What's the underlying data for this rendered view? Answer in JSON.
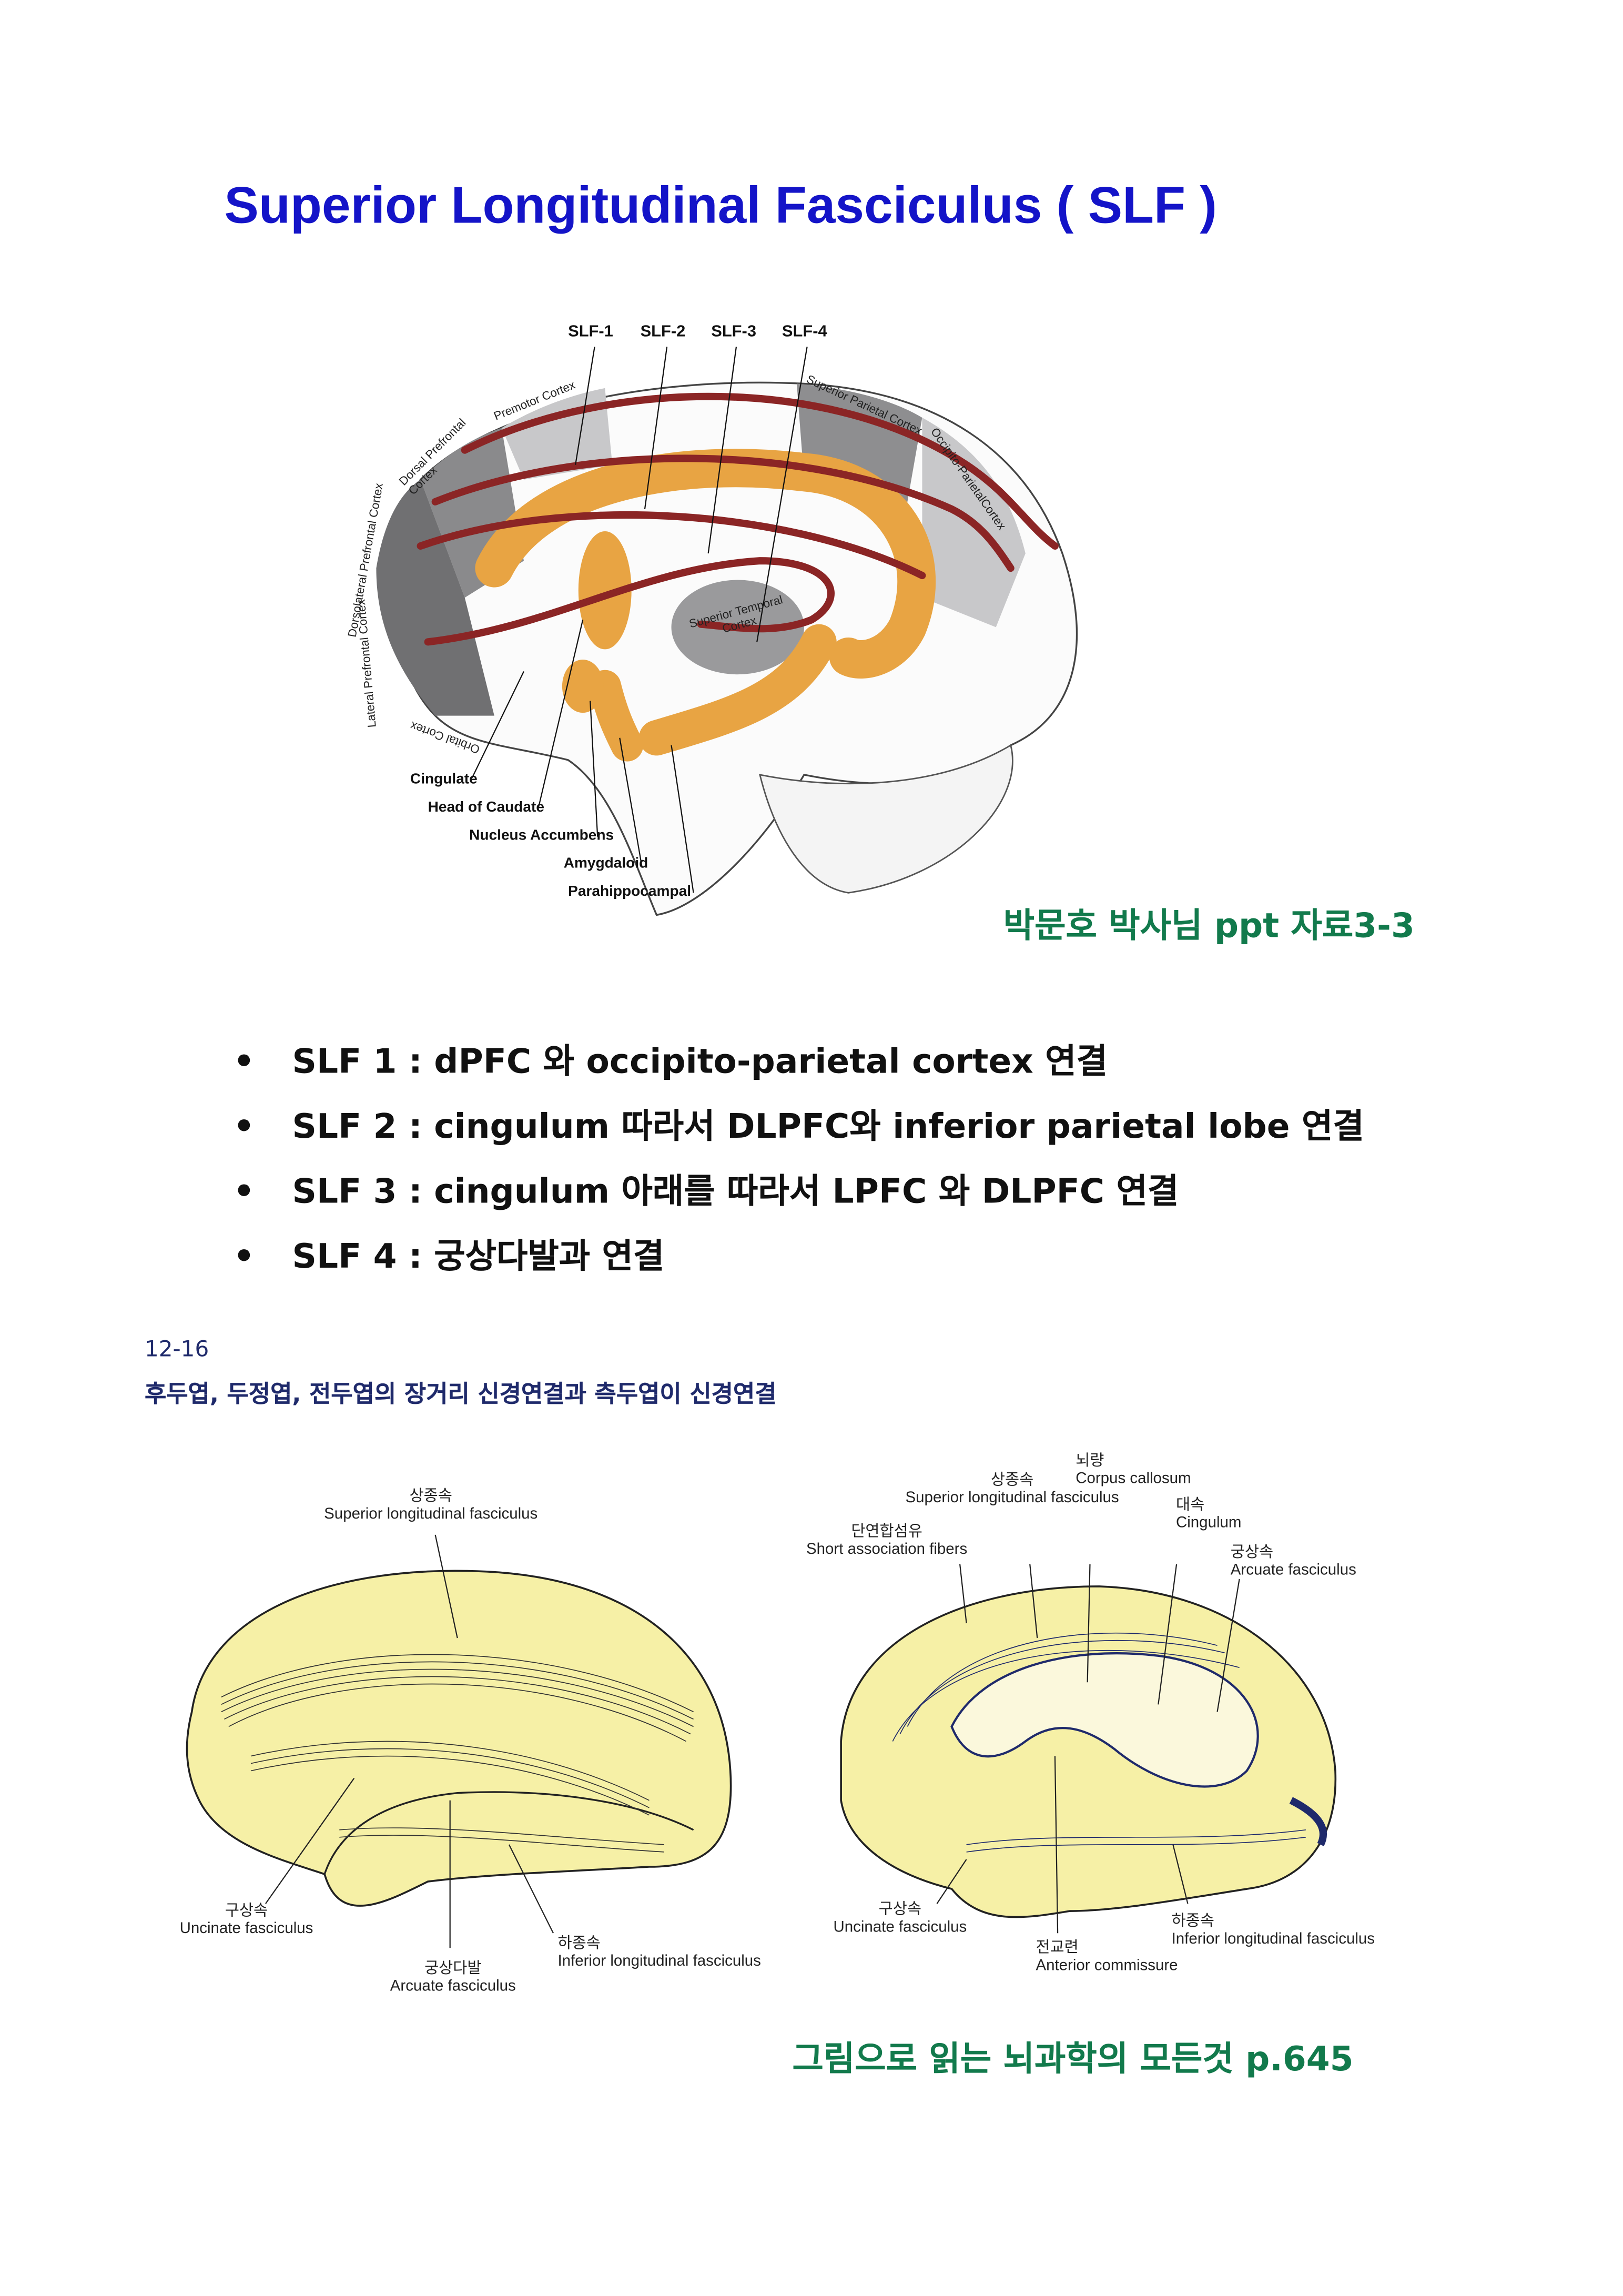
{
  "title": "Superior Longitudinal Fasciculus ( SLF )",
  "top_figure": {
    "slf_labels": [
      "SLF-1",
      "SLF-2",
      "SLF-3",
      "SLF-4"
    ],
    "region_labels": [
      "Premotor Cortex",
      "Dorsal Prefrontal Cortex",
      "Dorsolateral Prefrontal Cortex",
      "Lateral Prefrontal Cortex",
      "Orbital Cortex",
      "Superior Parietal Cortex",
      "Occipito-ParietalCortex",
      "Superior Temporal Cortex"
    ],
    "bottom_labels": [
      "Cingulate",
      "Head of Caudate",
      "Nucleus Accumbens",
      "Amygdaloid",
      "Parahippocampal"
    ],
    "source": "박문호 박사님 ppt 자료3-3"
  },
  "bullets": [
    {
      "marker": "•",
      "text": "SLF 1 : dPFC 와 occipito-parietal cortex 연결"
    },
    {
      "marker": "•",
      "text": "SLF 2 : cingulum 따라서 DLPFC와 inferior parietal lobe 연결"
    },
    {
      "marker": "•",
      "text": "SLF 3 : cingulum 아래를 따라서  LPFC 와 DLPFC 연결"
    },
    {
      "marker": "•",
      "text": "SLF 4 : 궁상다발과 연결"
    }
  ],
  "bottom_figure": {
    "number": "12-16",
    "caption": "후두엽, 두정엽, 전두엽의 장거리 신경연결과 측두엽이 신경연결",
    "left_labels": {
      "slf_ko": "상종속",
      "slf_en": "Superior longitudinal fasciculus",
      "unc_ko": "구상속",
      "unc_en": "Uncinate fasciculus",
      "arc_ko": "궁상다발",
      "arc_en": "Arcuate fasciculus",
      "ilf_ko": "하종속",
      "ilf_en": "Inferior longitudinal fasciculus"
    },
    "right_labels": {
      "slf_ko": "상종속",
      "slf_en": "Superior longitudinal fasciculus",
      "cc_ko": "뇌량",
      "cc_en": "Corpus callosum",
      "short_ko": "단연합섬유",
      "short_en": "Short association fibers",
      "cing_ko": "대속",
      "cing_en": "Cingulum",
      "arc_ko": "궁상속",
      "arc_en": "Arcuate fasciculus",
      "unc_ko": "구상속",
      "unc_en": "Uncinate fasciculus",
      "ac_ko": "전교련",
      "ac_en": "Anterior commissure",
      "ilf_ko": "하종속",
      "ilf_en": "Inferior longitudinal fasciculus"
    },
    "source": "그림으로 읽는 뇌과학의 모든것 p.645"
  },
  "colors": {
    "title": "#1414c8",
    "source": "#127a4c",
    "tract": "#8b2525",
    "nucleus": "#e8a443",
    "brain_yellow": "#f6f0a6",
    "navy": "#1f2a6b"
  }
}
